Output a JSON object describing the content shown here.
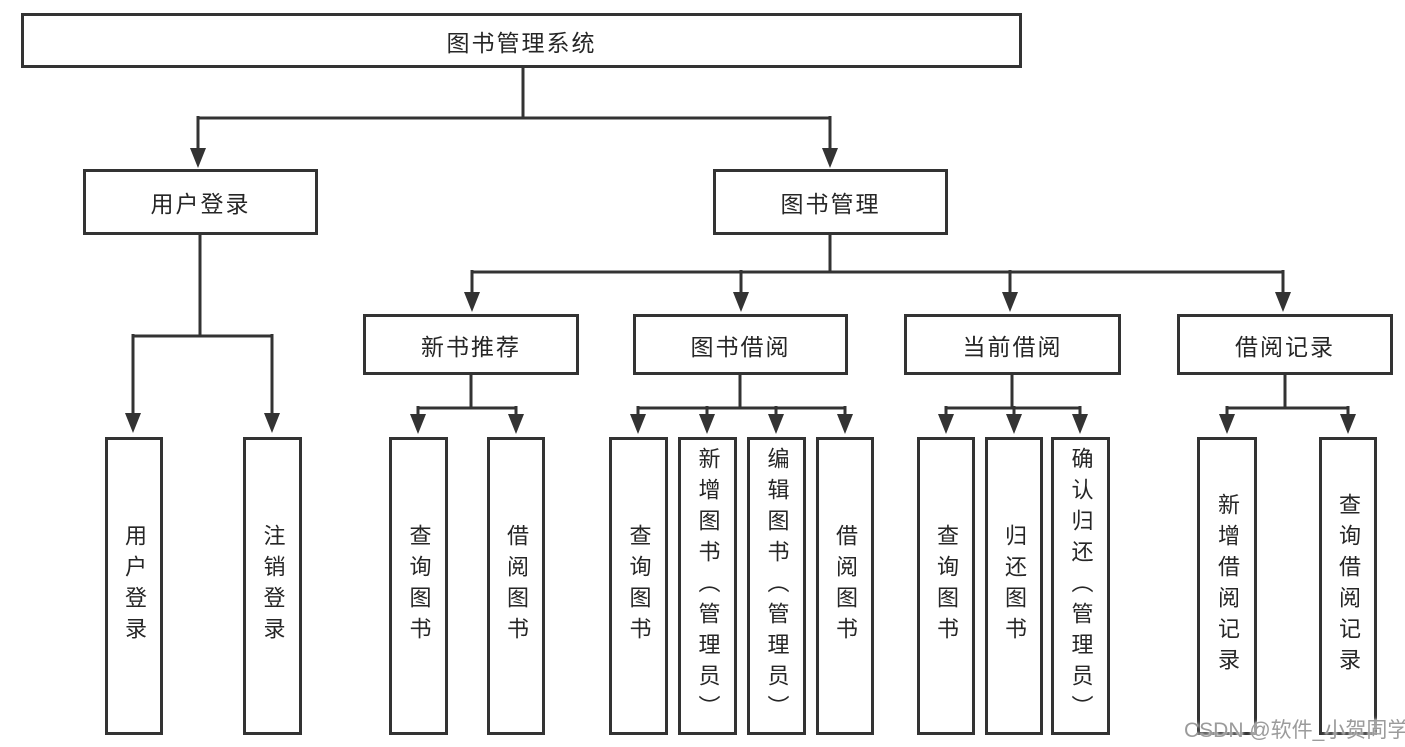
{
  "nodes": {
    "root": "图书管理系统",
    "user_login": "用户登录",
    "book_mgmt": "图书管理",
    "new_books": "新书推荐",
    "book_borrow": "图书借阅",
    "current_borrow": "当前借阅",
    "borrow_records": "借阅记录",
    "leaf_user_login": "用户登录",
    "leaf_logout": "注销登录",
    "leaf_nb_search": "查询图书",
    "leaf_nb_borrow": "借阅图书",
    "leaf_bb_search": "查询图书",
    "leaf_bb_add": "新增图书（管理员）",
    "leaf_bb_edit": "编辑图书（管理员）",
    "leaf_bb_borrow": "借阅图书",
    "leaf_cb_search": "查询图书",
    "leaf_cb_return": "归还图书",
    "leaf_cb_confirm": "确认归还（管理员）",
    "leaf_br_add": "新增借阅记录",
    "leaf_br_search": "查询借阅记录"
  },
  "hierarchy": {
    "图书管理系统": {
      "用户登录": [
        "用户登录",
        "注销登录"
      ],
      "图书管理": {
        "新书推荐": [
          "查询图书",
          "借阅图书"
        ],
        "图书借阅": [
          "查询图书",
          "新增图书（管理员）",
          "编辑图书（管理员）",
          "借阅图书"
        ],
        "当前借阅": [
          "查询图书",
          "归还图书",
          "确认归还（管理员）"
        ],
        "借阅记录": [
          "新增借阅记录",
          "查询借阅记录"
        ]
      }
    }
  },
  "watermark": "CSDN @软件_小贺同学",
  "colors": {
    "line": "#333333",
    "text": "#262626",
    "background": "#ffffff",
    "watermark": "#9b9b9b"
  }
}
